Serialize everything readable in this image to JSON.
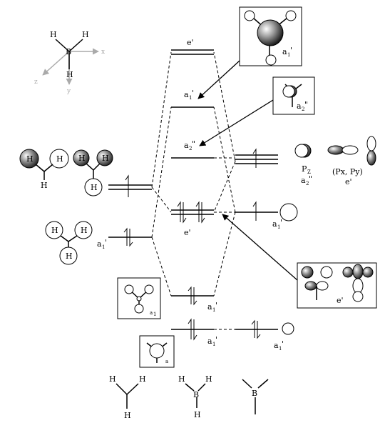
{
  "axes": {
    "x": "x",
    "y": "y",
    "z": "z"
  },
  "atoms": {
    "B": "B",
    "H": "H"
  },
  "mo_labels": {
    "e_top": "e'",
    "a1_anti": "a",
    "a2_nb": "a",
    "e_bond": "e'",
    "a1_bond": "a",
    "a1_low": "a"
  },
  "ao_labels": {
    "b_a1_2s": "a",
    "b_a1_core": "a",
    "h_a1": "a",
    "pz": "P",
    "pz_sub": "Z",
    "pz_sym": "a",
    "pxpy": "(Px, Py)",
    "pxpy_sym": "e'"
  },
  "inset_labels": {
    "top": "a",
    "a2": "a",
    "left_a1": "a",
    "core": "a",
    "e_box": "e'"
  },
  "subscripts": {
    "one": "1",
    "two": "2",
    "prime": "'",
    "dprime": "\""
  }
}
